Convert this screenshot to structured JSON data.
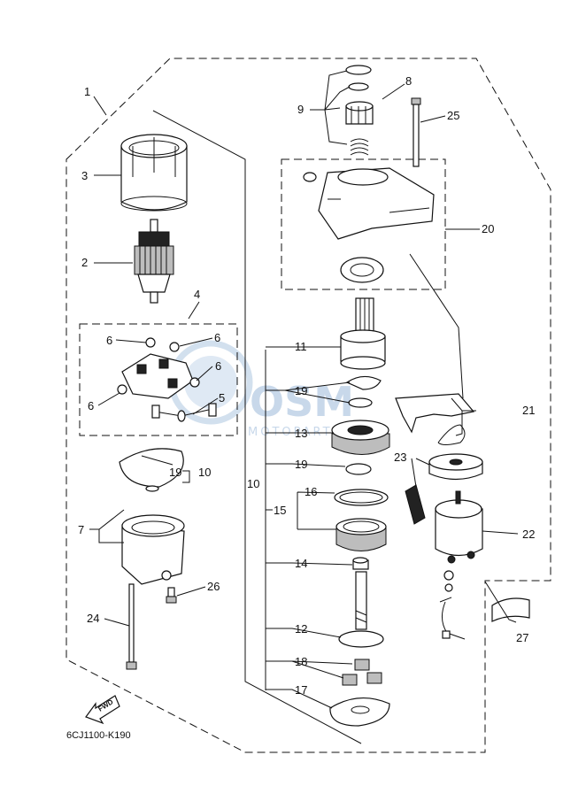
{
  "diagram": {
    "code": "6CJ1100-K190",
    "fwd": "FWD",
    "watermark": {
      "main": "OSM",
      "sub": "MOTOPARTS"
    },
    "labels": {
      "l1": "1",
      "l2": "2",
      "l3": "3",
      "l4": "4",
      "l5": "5",
      "l6a": "6",
      "l6b": "6",
      "l6c": "6",
      "l6d": "6",
      "l7": "7",
      "l8": "8",
      "l9": "9",
      "l10a": "10",
      "l10b": "10",
      "l11": "11",
      "l12": "12",
      "l13": "13",
      "l14": "14",
      "l15": "15",
      "l16": "16",
      "l17": "17",
      "l18": "18",
      "l19a": "19",
      "l19b": "19",
      "l19c": "19",
      "l20": "20",
      "l21": "21",
      "l22": "22",
      "l23": "23",
      "l24": "24",
      "l25": "25",
      "l26": "26",
      "l27": "27"
    }
  }
}
